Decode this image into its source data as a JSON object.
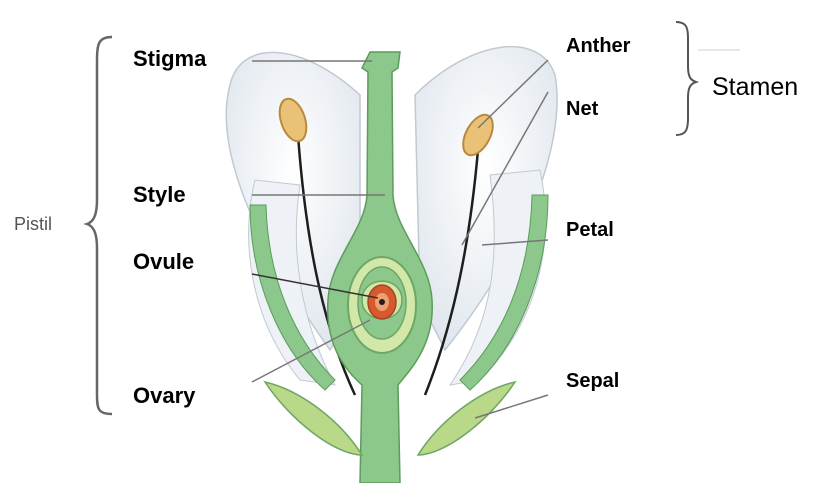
{
  "labels": {
    "stigma": "Stigma",
    "style": "Style",
    "ovule": "Ovule",
    "ovary": "Ovary",
    "anther": "Anther",
    "net": "Net",
    "stamen": "Stamen",
    "petal": "Petal",
    "sepal": "Sepal",
    "pistil": "Pistil"
  },
  "colors": {
    "green_stem": "#8cc78b",
    "green_outline": "#5c9c5c",
    "petal_fill": "#e8edf3",
    "anther_fill": "#e9c277",
    "ovule_red": "#d55a2f",
    "leader_gray": "#777777"
  }
}
